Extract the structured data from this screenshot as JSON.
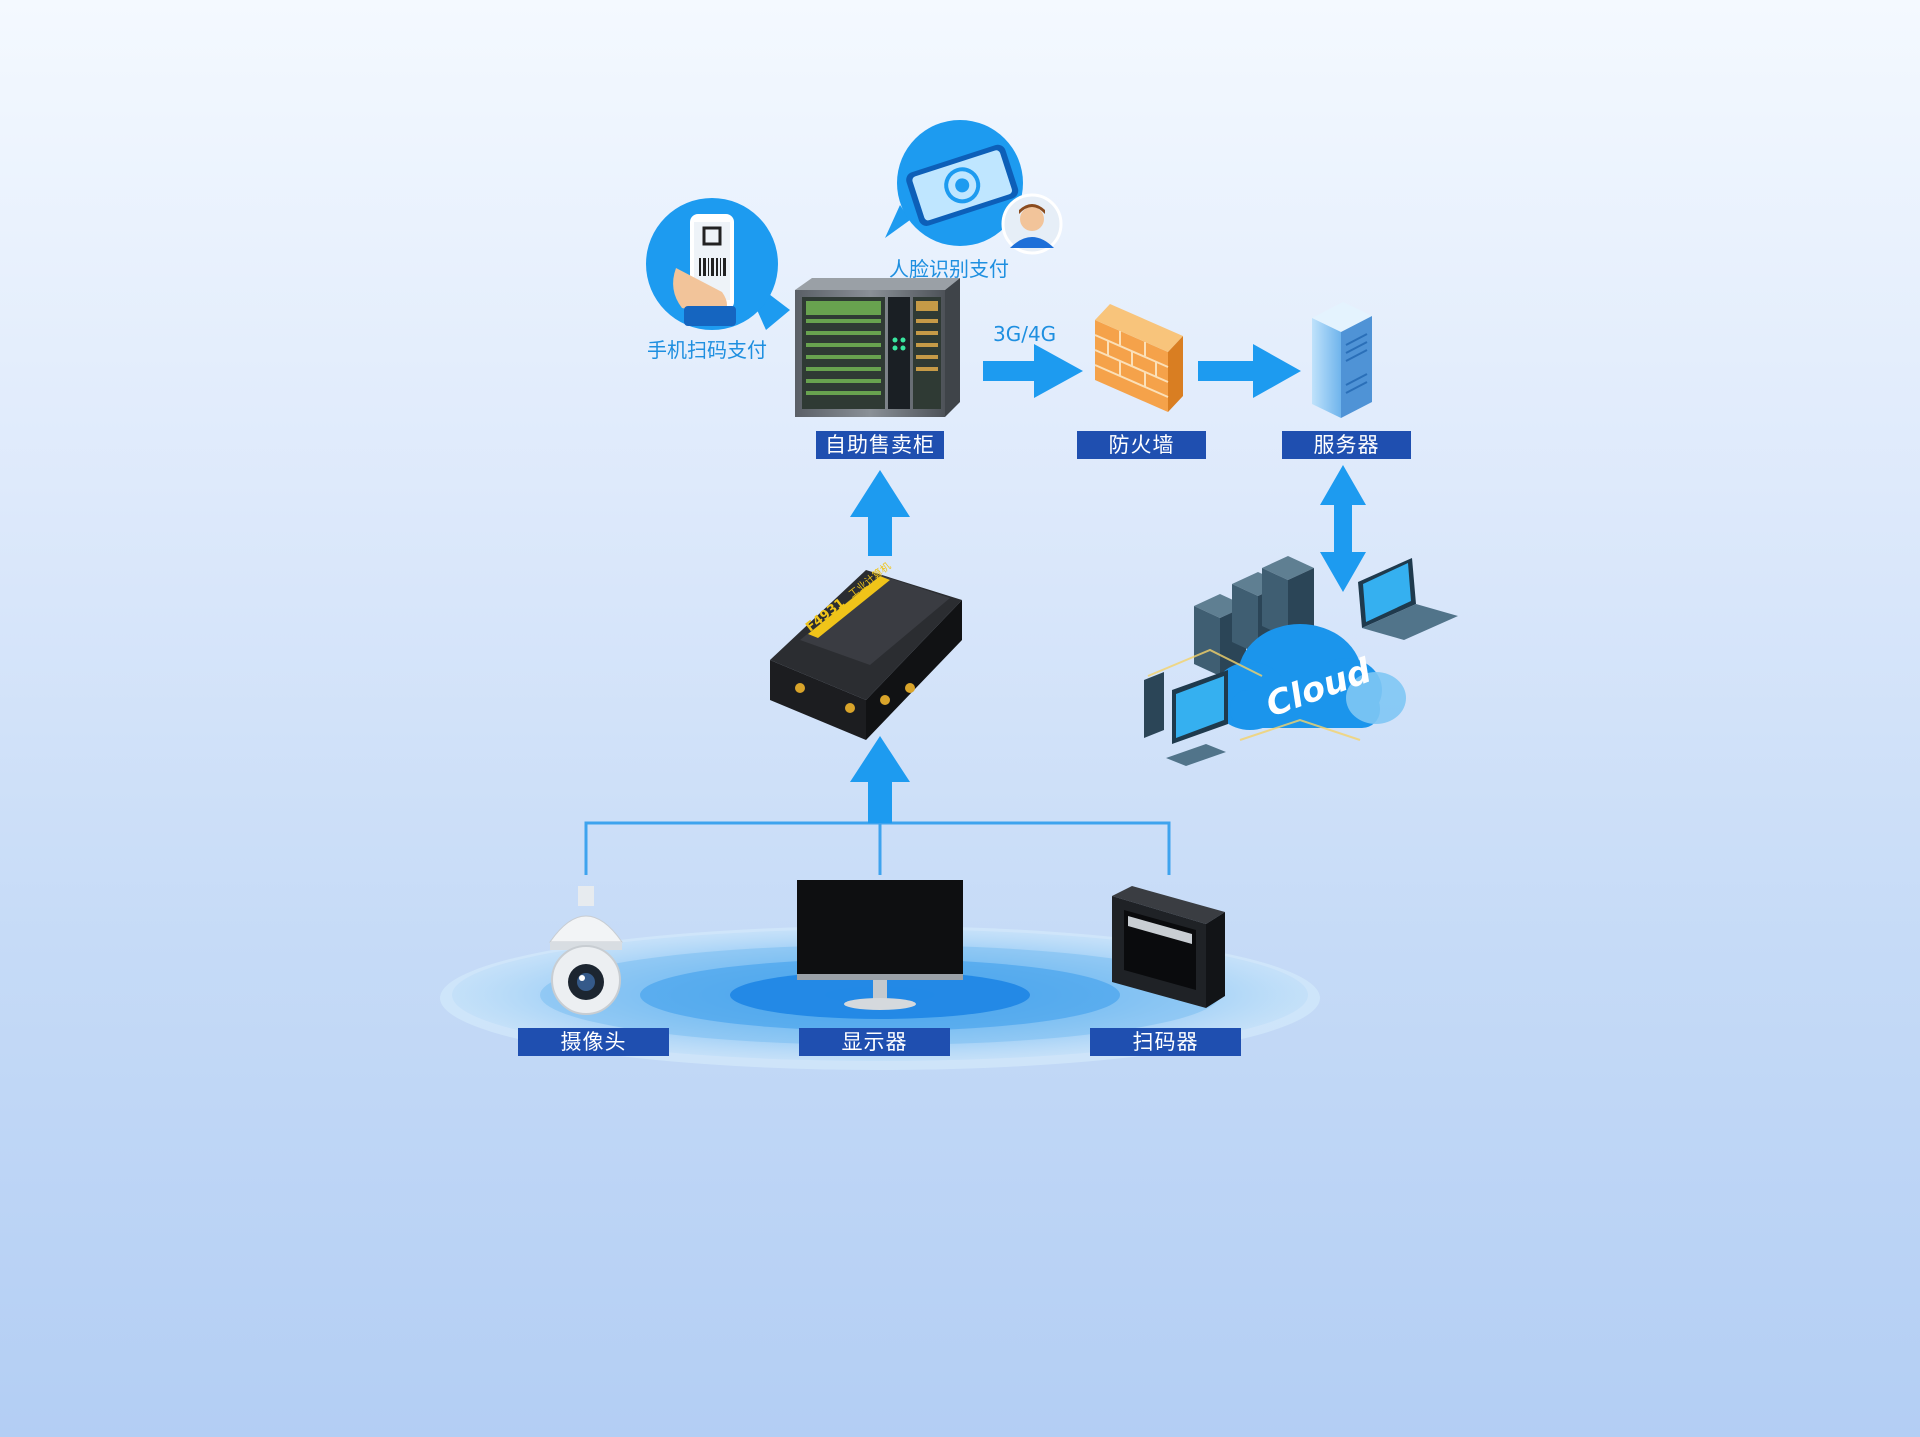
{
  "labels": {
    "vending_cabinet": "自助售卖柜",
    "firewall": "防火墙",
    "server": "服务器",
    "camera": "摄像头",
    "monitor": "显示器",
    "scanner": "扫码器"
  },
  "captions": {
    "mobile_scan_pay": "手机扫码支付",
    "face_pay": "人脸识别支付",
    "network": "3G/4G"
  },
  "router": {
    "model": "F4931",
    "subtitle": "工业计算机"
  },
  "cloud_text": "Cloud",
  "colors": {
    "label_bg": "#1f4fb0",
    "arrow": "#1d9bf0",
    "caption": "#1e8fe0",
    "firewall": "#f5a24a"
  },
  "icons": [
    "vending-machine-icon",
    "phone-scan-bubble-icon",
    "face-pay-bubble-icon",
    "firewall-icon",
    "server-icon",
    "router-icon",
    "cloud-datacenter-icon",
    "camera-icon",
    "monitor-icon",
    "scanner-icon"
  ]
}
